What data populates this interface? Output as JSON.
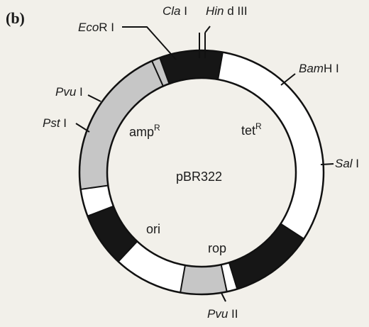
{
  "figure": {
    "panel_label": "(b)",
    "plasmid_name": "pBR322",
    "colors": {
      "background": "#f2f0ea",
      "ring_fill": "#ffffff",
      "ring_outline": "#111111",
      "dark_segment": "#161616",
      "gray_segment": "#c6c6c6"
    }
  },
  "genes": {
    "amp": {
      "name": "amp",
      "sup": "R"
    },
    "tet": {
      "name": "tet",
      "sup": "R"
    },
    "ori": "ori",
    "rop": "rop"
  },
  "sites": {
    "ecori": {
      "italic": "Eco",
      "rest": "R I"
    },
    "clai": {
      "italic": "Cla",
      "rest": " I"
    },
    "hindiii": {
      "italic": "Hin",
      "rest": " d III"
    },
    "bamhi": {
      "italic": "Bam",
      "rest": "H I"
    },
    "sali": {
      "italic": "Sal",
      "rest": " I"
    },
    "pvui": {
      "italic": "Pvu",
      "rest": " I"
    },
    "psti": {
      "italic": "Pst",
      "rest": " I"
    },
    "pvuii": {
      "italic": "Pvu",
      "rest": " II"
    }
  }
}
